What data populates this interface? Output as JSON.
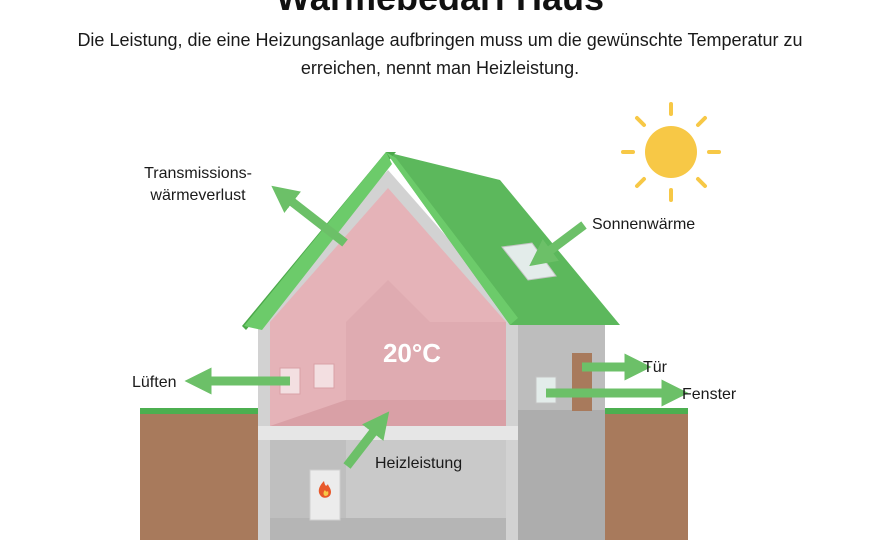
{
  "header": {
    "title": "Wärmebedarf Haus",
    "subtitle": "Die Leistung, die eine Heizungsanlage aufbringen muss um die gewünschte Temperatur zu erreichen, nennt man Heizleistung."
  },
  "diagram": {
    "temperature": "20°C",
    "labels": {
      "transmission_line1": "Transmissions-",
      "transmission_line2": "wärmeverlust",
      "sun": "Sonnenwärme",
      "ventilation": "Lüften",
      "door": "Tür",
      "window": "Fenster",
      "heating": "Heizleistung"
    },
    "icons": {
      "sun": "sun-icon",
      "flame": "flame-icon"
    }
  },
  "colors": {
    "roof_green": "#5cb85c",
    "arrow_green": "#6cc068",
    "interior_pink": "#e5b3b8",
    "wall_gray": "#d2d2d2",
    "earth_brown": "#a87a5c",
    "grass_green": "#4caf50",
    "sun_yellow": "#f7c846"
  }
}
